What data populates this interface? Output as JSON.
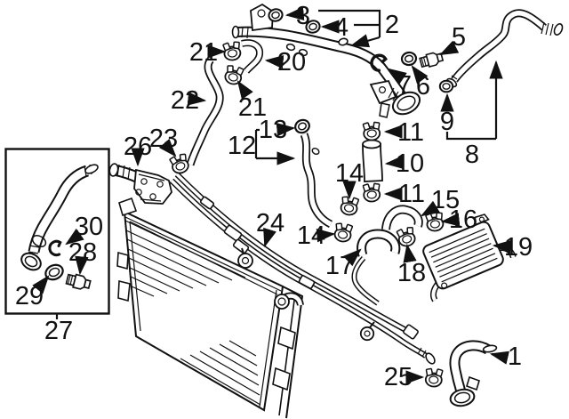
{
  "colors": {
    "background": "#ffffff",
    "line_art": "#111111"
  },
  "callouts": {
    "c1": "1",
    "c2": "2",
    "c3": "3",
    "c4": "4",
    "c5": "5",
    "c6": "6",
    "c7": "7",
    "c8": "8",
    "c9": "9",
    "c10": "10",
    "c11a": "11",
    "c11b": "11",
    "c12": "12",
    "c13": "13",
    "c14a": "14",
    "c14b": "14",
    "c15": "15",
    "c16": "16",
    "c17": "17",
    "c18": "18",
    "c19": "19",
    "c20": "20",
    "c21a": "21",
    "c21b": "21",
    "c22": "22",
    "c23": "23",
    "c24": "24",
    "c25": "25",
    "c26": "26",
    "c27": "27",
    "c28": "28",
    "c29": "29",
    "c30": "30"
  }
}
